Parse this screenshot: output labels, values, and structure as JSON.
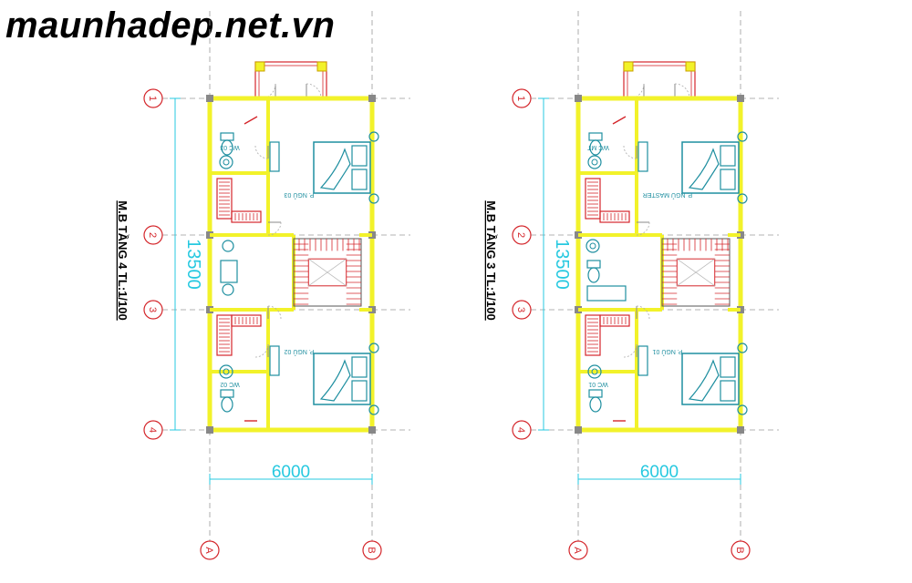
{
  "watermark": "maunhadep.net.vn",
  "colors": {
    "wall": "#f2f22a",
    "grid": "#9a9a9a",
    "furniture": "#1f8fa0",
    "accent_red": "#d4262b",
    "dimension": "#27c9e0",
    "text": "#000000"
  },
  "plans": [
    {
      "title": "M.B TẦNG 4  TL:1/100",
      "dim_height": "13500",
      "dim_width": "6000",
      "rows": [
        "1",
        "2",
        "3",
        "4"
      ],
      "cols": [
        "A",
        "B"
      ],
      "rooms": {
        "bed_top": "P. NGỦ 03",
        "bed_bottom": "P. NGỦ 02",
        "wc_top": "WC 03",
        "wc_bottom": "WC 02"
      }
    },
    {
      "title": "M.B TẦNG 3  TL:1/100",
      "dim_height": "13500",
      "dim_width": "6000",
      "rows": [
        "1",
        "2",
        "3",
        "4"
      ],
      "cols": [
        "A",
        "B"
      ],
      "rooms": {
        "bed_top": "P. NGỦ MASTER",
        "bed_bottom": "P. NGỦ 01",
        "wc_top": "WC MT",
        "wc_bottom": "WC 01"
      }
    }
  ]
}
